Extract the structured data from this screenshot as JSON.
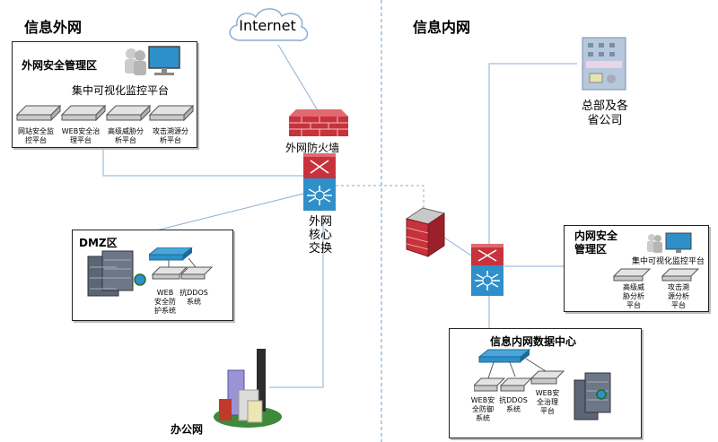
{
  "zones": {
    "external": "信息外网",
    "internal": "信息内网"
  },
  "internet": "Internet",
  "external_firewall": "外网防火墙",
  "external_core_switch": [
    "外网",
    "核心",
    "交换"
  ],
  "hq": [
    "总部及各",
    "省公司"
  ],
  "office_network": "办公网",
  "ext_security_zone": {
    "title": "外网安全管理区",
    "platform": "集中可视化监控平台",
    "modules": [
      [
        "网站安全监",
        "控平台"
      ],
      [
        "WEB安全治",
        "理平台"
      ],
      [
        "高级威胁分",
        "析平台"
      ],
      [
        "攻击溯源分",
        "析平台"
      ]
    ]
  },
  "dmz": {
    "title": "DMZ区",
    "modules": [
      [
        "WEB",
        "安全防",
        "护系统"
      ],
      [
        "抗DDOS",
        "系统"
      ]
    ]
  },
  "int_security_zone": {
    "title": [
      "内网安全",
      "管理区"
    ],
    "platform": "集中可视化监控平台",
    "modules": [
      [
        "高级威",
        "胁分析",
        "平台"
      ],
      [
        "攻击溯",
        "源分析",
        "平台"
      ]
    ]
  },
  "int_datacenter": {
    "title": "信息内网数据中心",
    "modules": [
      [
        "WEB安",
        "全防御",
        "系统"
      ],
      [
        "抗DDOS",
        "系统"
      ],
      [
        "WEB安",
        "全治理",
        "平台"
      ]
    ]
  },
  "colors": {
    "firewall": "#c8323c",
    "switch_blue": "#2f8fc9",
    "switch_red": "#c8323c",
    "line": "#8aaed4",
    "divider": "#8aaed4"
  }
}
